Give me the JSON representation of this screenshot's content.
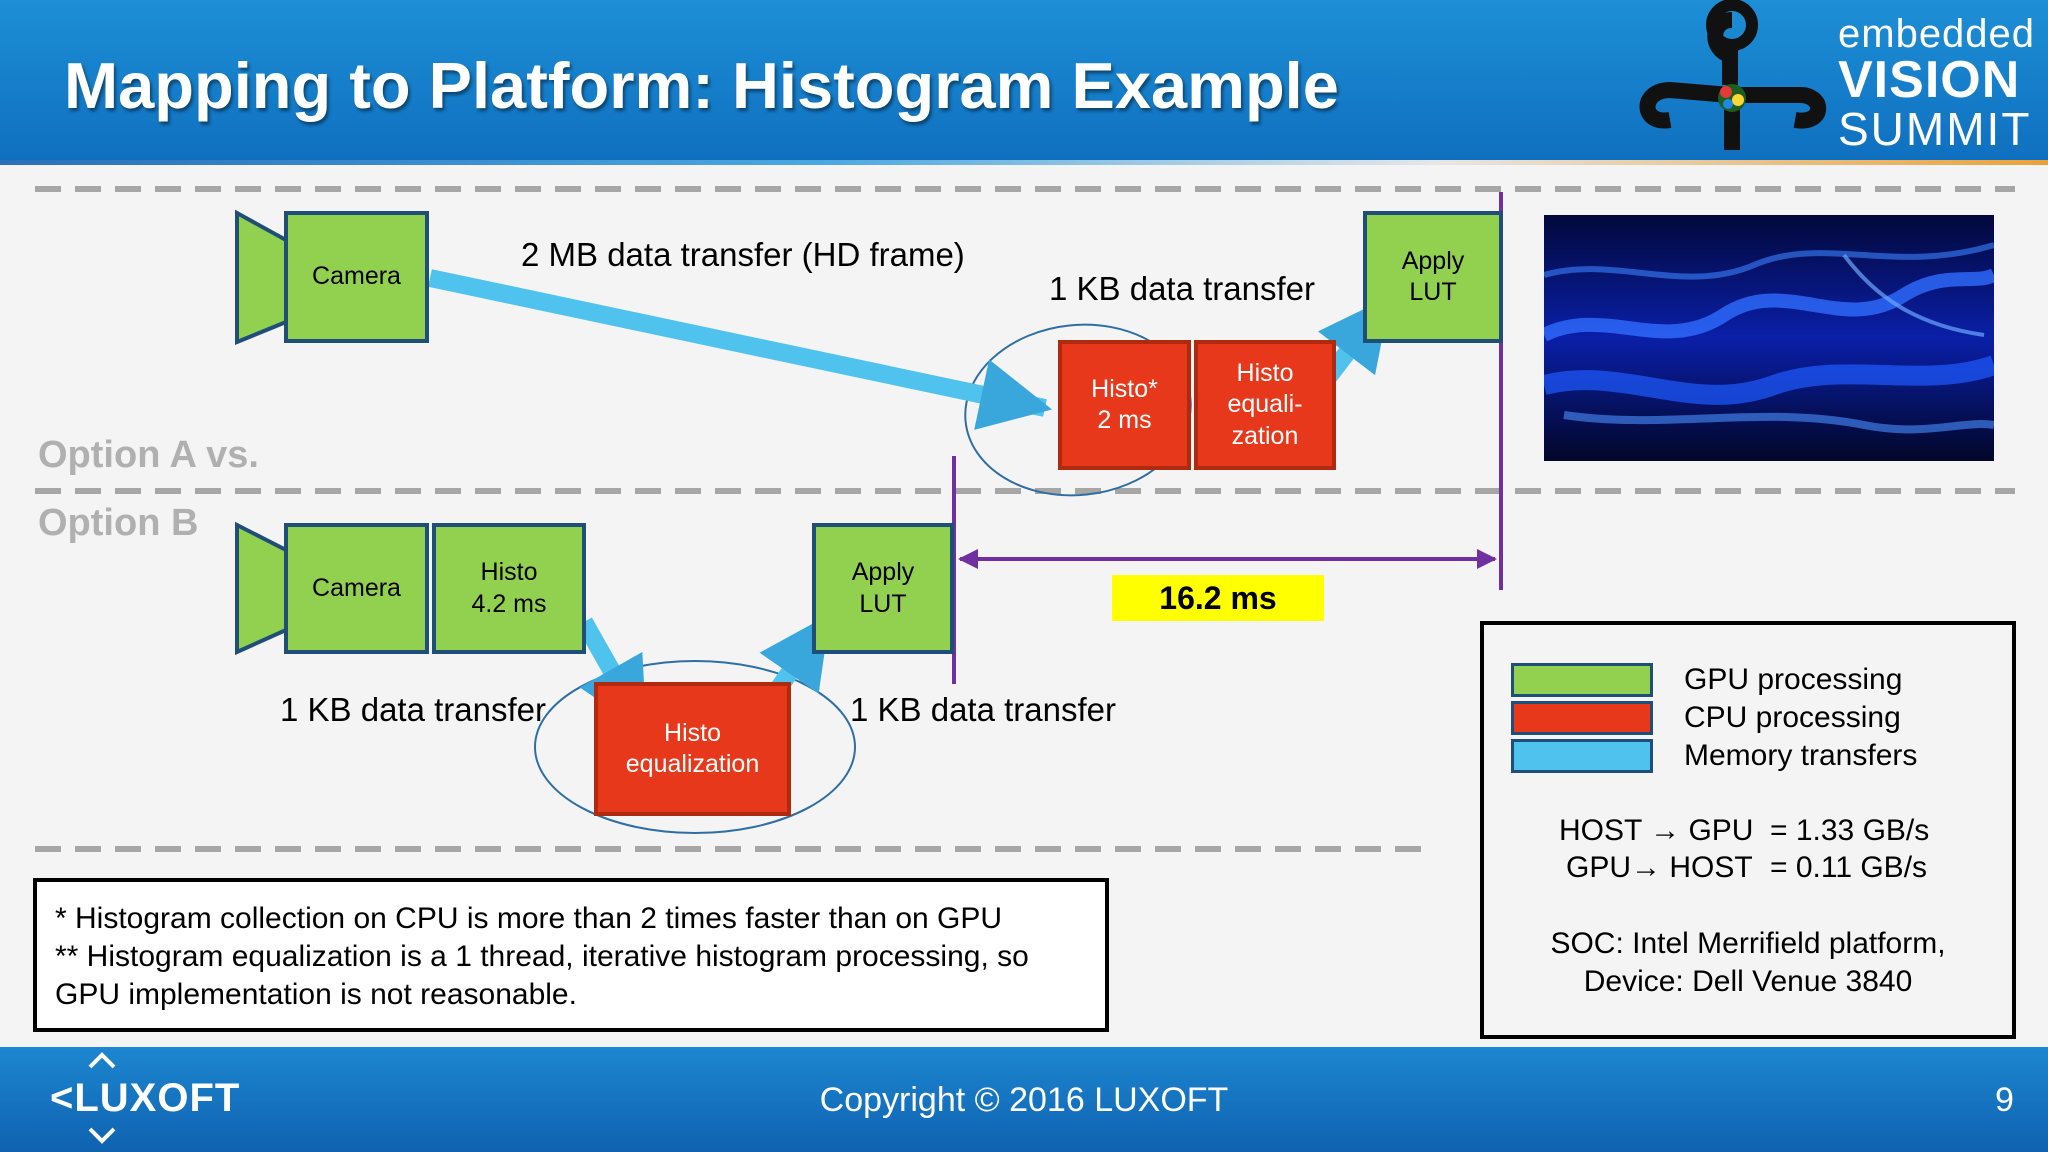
{
  "slide": {
    "title": "Mapping to Platform: Histogram Example",
    "brand": {
      "line1": "embedded",
      "line2": "VISION",
      "line3": "SUMMIT"
    },
    "footer": {
      "logo_text": "LUXOFT",
      "copyright": "Copyright © 2016 LUXOFT",
      "page_number": "9"
    }
  },
  "options": {
    "a_label": "Option A vs.",
    "b_label": "Option B"
  },
  "option_a": {
    "camera": "Camera",
    "histo": "Histo*\n2 ms",
    "histo_eq": "Histo\nequali-\nzation",
    "apply_lut": "Apply\nLUT",
    "transfer_2mb": "2 MB data transfer (HD frame)",
    "transfer_1kb": "1 KB data transfer"
  },
  "option_b": {
    "camera": "Camera",
    "histo": "Histo\n4.2 ms",
    "histo_eq": "Histo\nequalization",
    "apply_lut": "Apply\nLUT",
    "transfer_left": "1 KB data transfer",
    "transfer_right": "1 KB data transfer"
  },
  "timing": {
    "label": "16.2 ms"
  },
  "notes": {
    "line1": "* Histogram collection on CPU is more than 2 times faster than on GPU",
    "line2": "** Histogram equalization is a 1 thread, iterative histogram processing, so",
    "line3": "GPU implementation is not reasonable."
  },
  "legend": {
    "items": [
      {
        "label": "GPU processing",
        "color": "#92d050"
      },
      {
        "label": "CPU processing",
        "color": "#e8381b"
      },
      {
        "label": "Memory transfers",
        "color": "#4fc3ee"
      }
    ],
    "host_to_gpu_label": "HOST → GPU",
    "host_to_gpu_value": "= 1.33 GB/s",
    "gpu_to_host_label": "GPU→ HOST",
    "gpu_to_host_value": "= 0.11 GB/s",
    "soc_line1": "SOC: Intel Merrifield platform,",
    "soc_line2": "Device: Dell Venue 3840"
  },
  "colors": {
    "gpu": "#92d050",
    "cpu": "#e8381b",
    "memory": "#4fc3ee",
    "highlight": "#ffff00",
    "divider": "#7030a0"
  }
}
